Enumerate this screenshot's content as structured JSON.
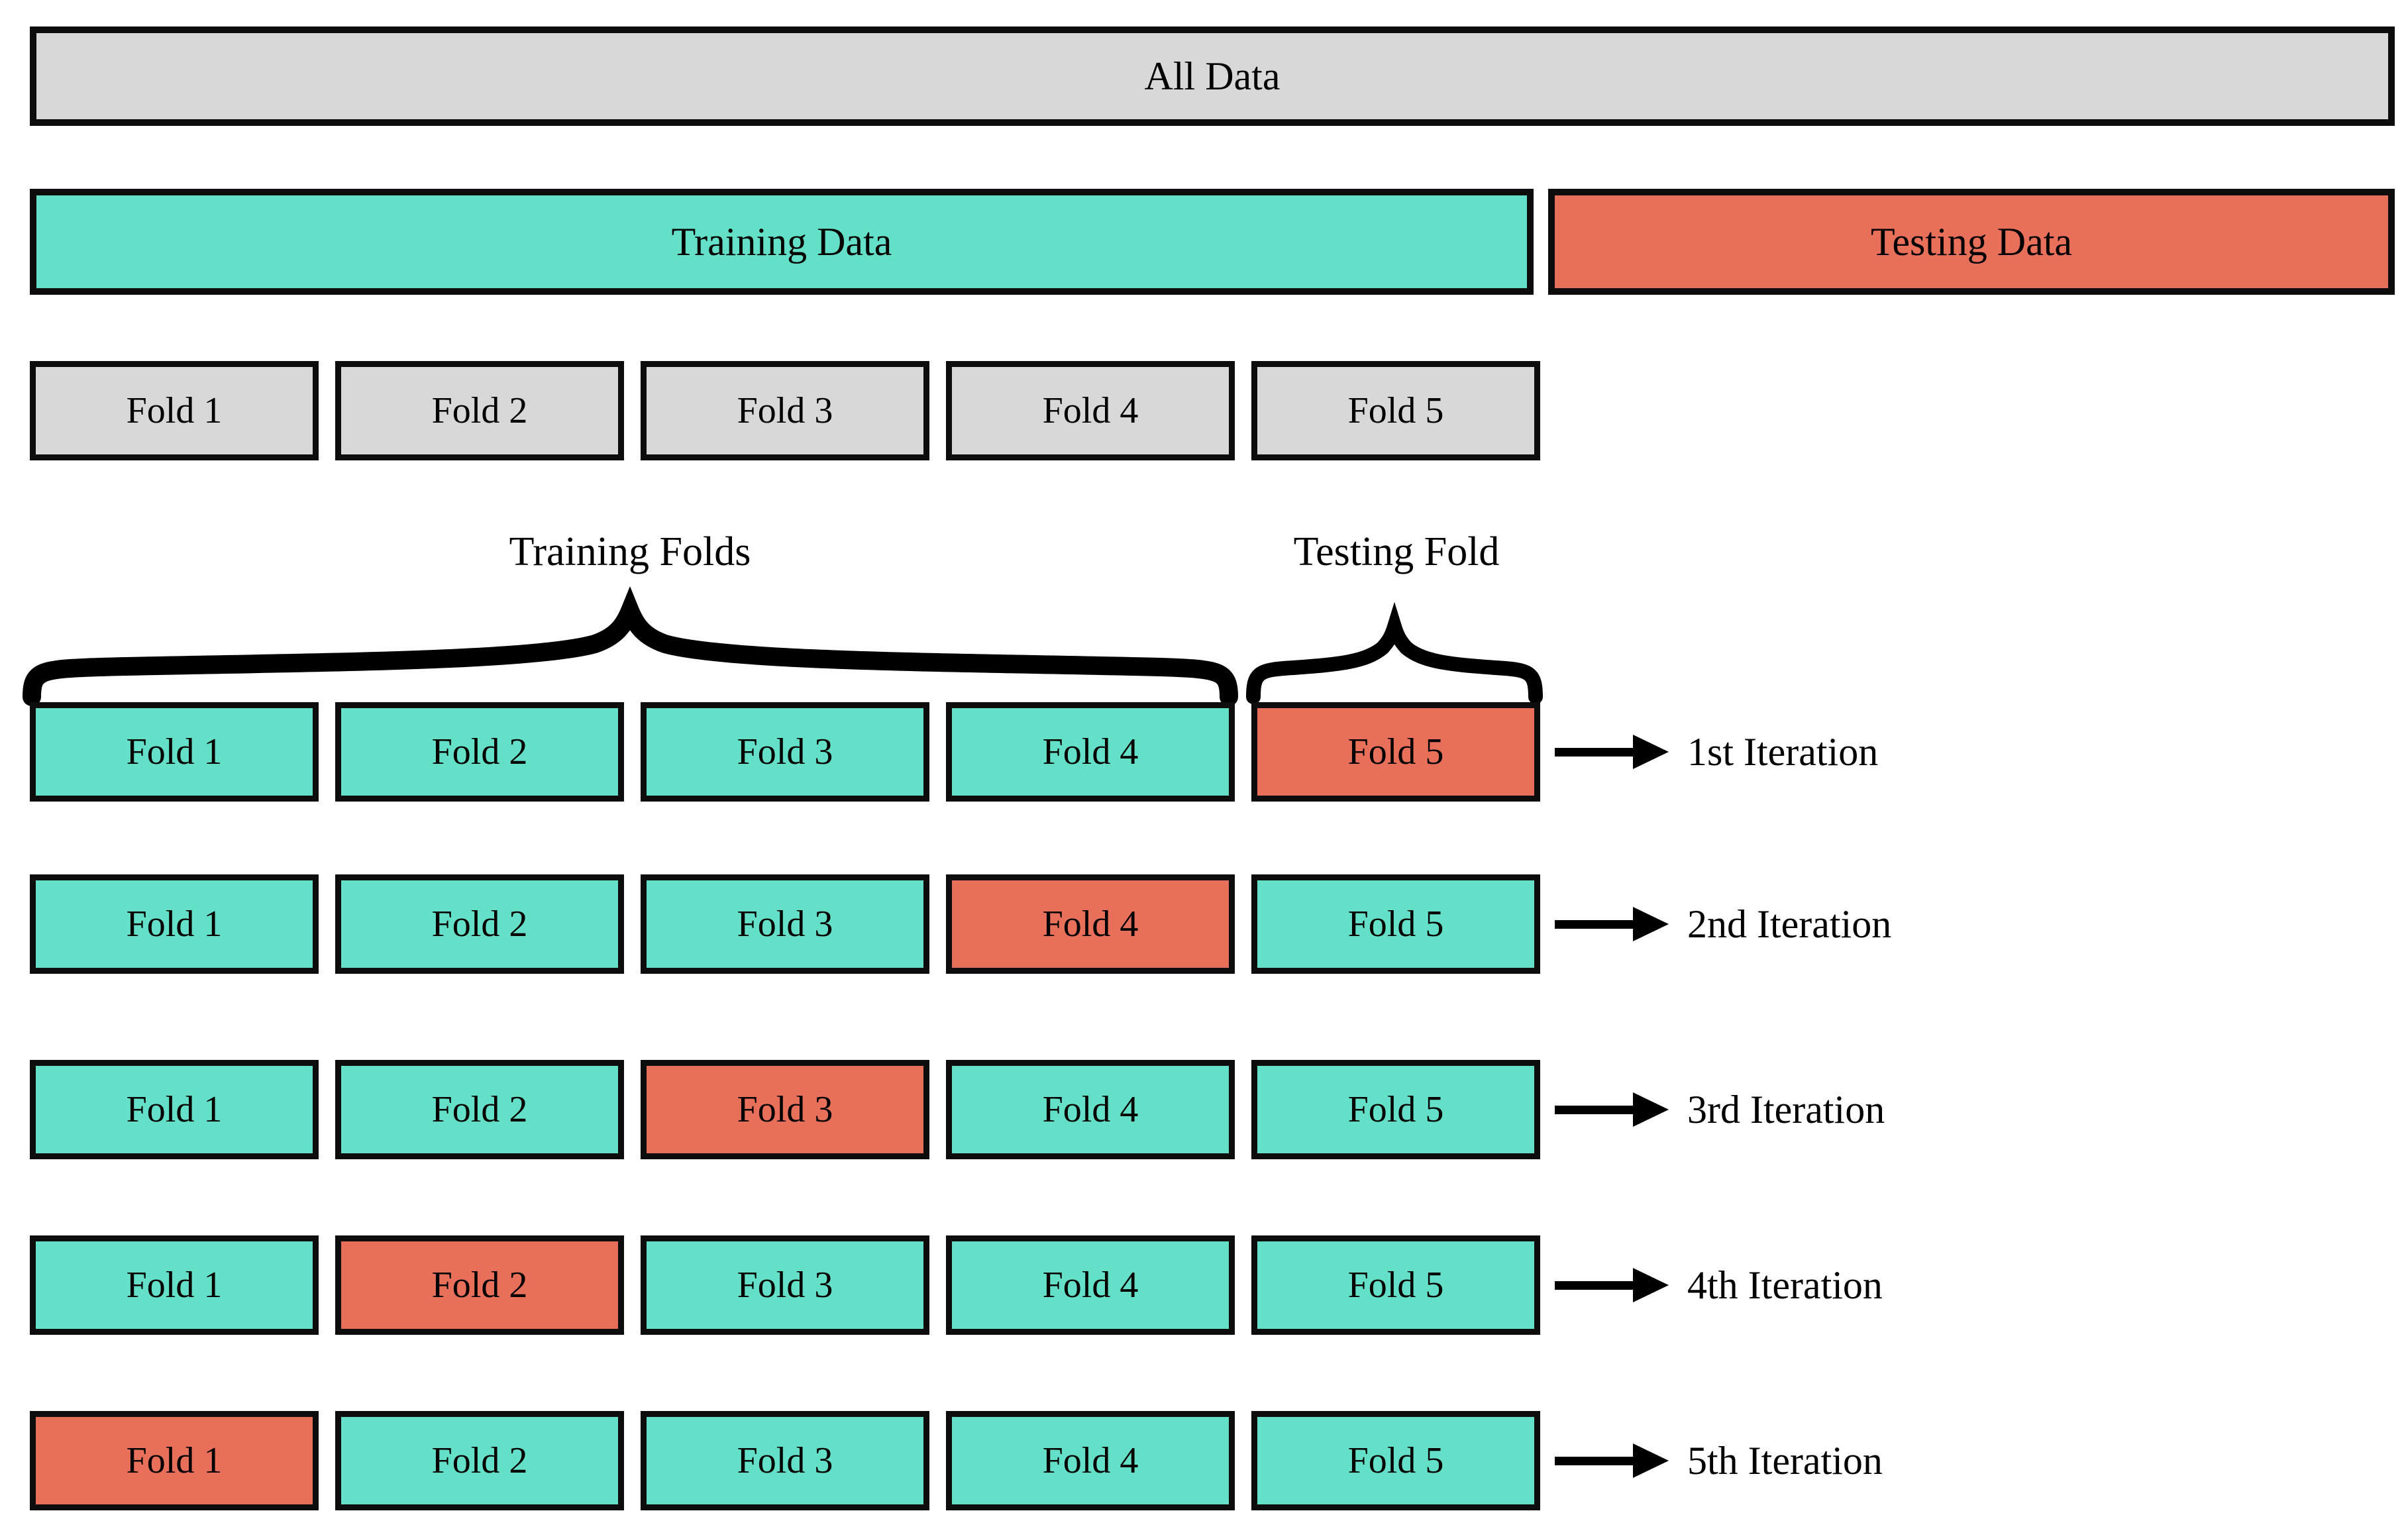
{
  "diagram": "5-fold cross-validation",
  "all_data_label": "All Data",
  "split": {
    "training_label": "Training Data",
    "testing_label": "Testing Data"
  },
  "fold_names": [
    "Fold 1",
    "Fold 2",
    "Fold 3",
    "Fold 4",
    "Fold 5"
  ],
  "brace_labels": {
    "training": "Training Folds",
    "testing": "Testing Fold"
  },
  "iterations": [
    {
      "label": "1st Iteration",
      "testing_fold": "Fold 5",
      "folds": [
        "Fold 1",
        "Fold 2",
        "Fold 3",
        "Fold 4",
        "Fold 5"
      ]
    },
    {
      "label": "2nd Iteration",
      "testing_fold": "Fold 4",
      "folds": [
        "Fold 1",
        "Fold 2",
        "Fold 3",
        "Fold 4",
        "Fold 5"
      ]
    },
    {
      "label": "3rd Iteration",
      "testing_fold": "Fold 3",
      "folds": [
        "Fold 1",
        "Fold 2",
        "Fold 3",
        "Fold 4",
        "Fold 5"
      ]
    },
    {
      "label": "4th Iteration",
      "testing_fold": "Fold 2",
      "folds": [
        "Fold 1",
        "Fold 2",
        "Fold 3",
        "Fold 4",
        "Fold 5"
      ]
    },
    {
      "label": "5th Iteration",
      "testing_fold": "Fold 1",
      "folds": [
        "Fold 1",
        "Fold 2",
        "Fold 3",
        "Fold 4",
        "Fold 5"
      ]
    }
  ],
  "colors": {
    "training": "#65e0c8",
    "testing": "#e8705a",
    "neutral": "#d8d8d8",
    "border": "#0d0d0d",
    "background": "#ffffff"
  }
}
